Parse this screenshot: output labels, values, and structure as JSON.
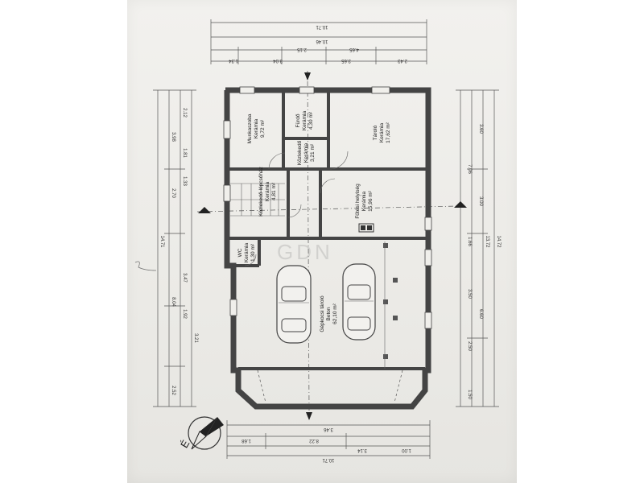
{
  "dims": {
    "top": [
      "10.71",
      "10.46",
      "1.34",
      "3.04",
      "2.15",
      "4.65",
      "3.65",
      "2.43"
    ],
    "bottom": [
      "3.46",
      "1.68",
      "8.22",
      "3.14",
      "1.00",
      "10.71"
    ],
    "left": [
      "14.71",
      "3.98",
      "2.70",
      "8.04",
      "3.47",
      "3.21",
      "2.12",
      "1.81",
      "1.33",
      "1.92",
      "2.52"
    ],
    "right": [
      "3.60",
      "7.06",
      "3.00",
      "1.66",
      "13.72",
      "14.72",
      "3.50",
      "6.60",
      "2.50",
      "1.50"
    ]
  },
  "rooms": [
    {
      "name": "Munkaszoba",
      "floor": "Kerámia",
      "area": "9,72 m²"
    },
    {
      "name": "Fürdő",
      "floor": "Kerámia",
      "area": "4,30 m²"
    },
    {
      "name": "Tároló",
      "floor": "Kerámia",
      "area": "17,62 m²"
    },
    {
      "name": "Közlekedő",
      "floor": "Kerámia",
      "area": "3,21 m²"
    },
    {
      "name": "Közlekedő-lépcsőház",
      "floor": "Kerámia",
      "area": "4,81 m²"
    },
    {
      "name": "Fűtési helyiség",
      "floor": "Kerámia",
      "area": "15,96 m²"
    },
    {
      "name": "WC",
      "floor": "Kerámia",
      "area": "1,30 m²"
    },
    {
      "name": "Gépkocsi tároló",
      "floor": "Beton",
      "area": "62,10 m²"
    }
  ],
  "compass_letter": "É",
  "watermark": "GDN"
}
